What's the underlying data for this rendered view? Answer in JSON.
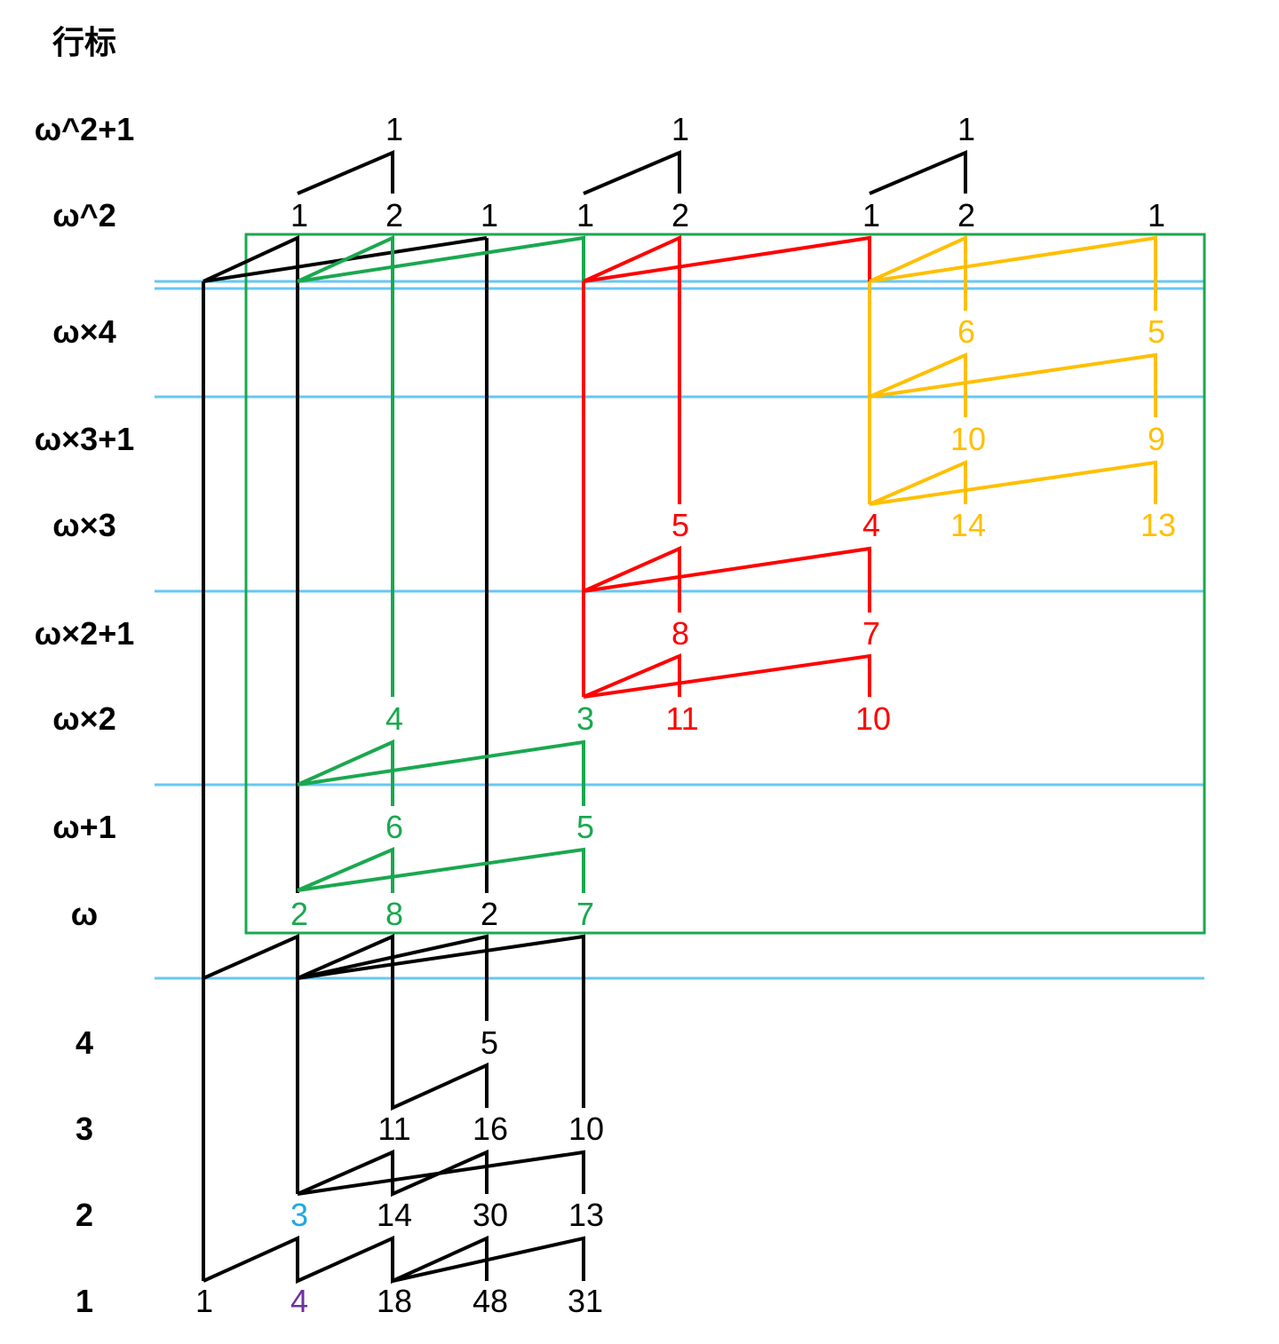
{
  "header": {
    "title": "行标"
  },
  "rows": [
    {
      "id": "w2p1",
      "label": "ω^2+1"
    },
    {
      "id": "w2",
      "label": "ω^2"
    },
    {
      "id": "w4",
      "label": "ω×4"
    },
    {
      "id": "w3p1",
      "label": "ω×3+1"
    },
    {
      "id": "w3",
      "label": "ω×3"
    },
    {
      "id": "w2p1b",
      "label": "ω×2+1"
    },
    {
      "id": "w2b",
      "label": "ω×2"
    },
    {
      "id": "wp1",
      "label": "ω+1"
    },
    {
      "id": "w",
      "label": "ω"
    },
    {
      "id": "r4",
      "label": "4"
    },
    {
      "id": "r3",
      "label": "3"
    },
    {
      "id": "r2",
      "label": "2"
    },
    {
      "id": "r1",
      "label": "1"
    }
  ],
  "colors": {
    "black": "#000000",
    "green": "#1aa84f",
    "red": "#ff0000",
    "yellow": "#ffbf00",
    "separator": "#66c7f4",
    "cyan_number": "#1fa8e0",
    "purple_number": "#7030a0"
  },
  "numbers": {
    "top_1a": "1",
    "top_1b": "1",
    "top_1c": "1",
    "w2_c1": "1",
    "w2_c2": "2",
    "w2_c3": "1",
    "w2_c4": "1",
    "w2_c5": "2",
    "w2_c6": "1",
    "w2_c7": "2",
    "w2_c8": "1",
    "y_6": "6",
    "y_5": "5",
    "y_10": "10",
    "y_9": "9",
    "y_14": "14",
    "y_13": "13",
    "r_5": "5",
    "r_4": "4",
    "r_8": "8",
    "r_7": "7",
    "r_11": "11",
    "r_10": "10",
    "g_4": "4",
    "g_3": "3",
    "g_6": "6",
    "g_5": "5",
    "w_2a": "2",
    "w_8": "8",
    "w_2b": "2",
    "w_7": "7",
    "b_5": "5",
    "b_11": "11",
    "b_16": "16",
    "b_10": "10",
    "b_3": "3",
    "b_14": "14",
    "b_30": "30",
    "b_13": "13",
    "b_1": "1",
    "b_4": "4",
    "b_18": "18",
    "b_48": "48",
    "b_31": "31"
  }
}
